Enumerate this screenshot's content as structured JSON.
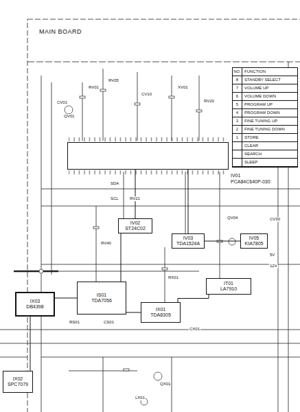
{
  "diagram": {
    "title": "MAIN BOARD",
    "nodes": [
      {
        "text": [
          "IV01",
          "PCA84C640P-030"
        ]
      },
      {
        "text": [
          "NO.",
          "FUNCTION",
          "8",
          "STANDBY SELECT",
          "7",
          "VOLUME UP",
          "6",
          "VOLUME DOWN",
          "5",
          "PROGRAM UP",
          "4",
          "PROGRAM DOWN",
          "3",
          "FINE TUNING UP",
          "2",
          "FINE TUNING DOWN",
          "1",
          "STORE",
          "CLEAR",
          "SEARCH",
          "SLEEP"
        ]
      },
      {
        "text": [
          "IV02",
          "ST24C02"
        ]
      },
      {
        "text": [
          "IV03",
          "TDA1524A"
        ]
      },
      {
        "text": [
          "IV05",
          "KIA7805"
        ]
      },
      {
        "text": [
          "IS01",
          "TDA7056"
        ]
      },
      {
        "text": [
          "IX01",
          "TDA8305"
        ]
      },
      {
        "text": [
          "IT01",
          "LA7910"
        ]
      },
      {
        "text": [
          "IX03",
          "DB4398"
        ]
      },
      {
        "text": [
          "IX02",
          "SPC7079"
        ]
      }
    ],
    "edges": [
      {
        "from": 0,
        "to": 2,
        "arrow": "none"
      },
      {
        "from": 0,
        "to": 3,
        "arrow": "none"
      },
      {
        "from": 3,
        "to": 4,
        "arrow": "none"
      },
      {
        "from": 2,
        "to": 5,
        "arrow": "none"
      },
      {
        "from": 5,
        "to": 6,
        "arrow": "none"
      },
      {
        "from": 6,
        "to": 7,
        "arrow": "none"
      },
      {
        "from": 8,
        "to": 5,
        "arrow": "none"
      },
      {
        "from": 9,
        "to": 8,
        "arrow": "none"
      }
    ],
    "labels": [
      "CV01",
      "RV01",
      "QV01",
      "RV05",
      "CV10",
      "XV01",
      "RV20",
      "RV21",
      "QV04",
      "CV30",
      "RV40",
      "RS01",
      "CS01",
      "RX01",
      "CX01",
      "QX01",
      "LX01",
      "5V",
      "12V",
      "SDA",
      "SCL"
    ]
  }
}
